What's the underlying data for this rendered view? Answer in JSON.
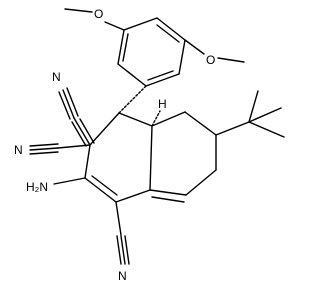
{
  "molecule": {
    "labels": {
      "methoxy_top": "O",
      "methoxy_right": "O",
      "cn1_n": "N",
      "cn2_n": "N",
      "cn3_n": "N",
      "amino": "H₂N",
      "stereo_h": "H"
    }
  }
}
